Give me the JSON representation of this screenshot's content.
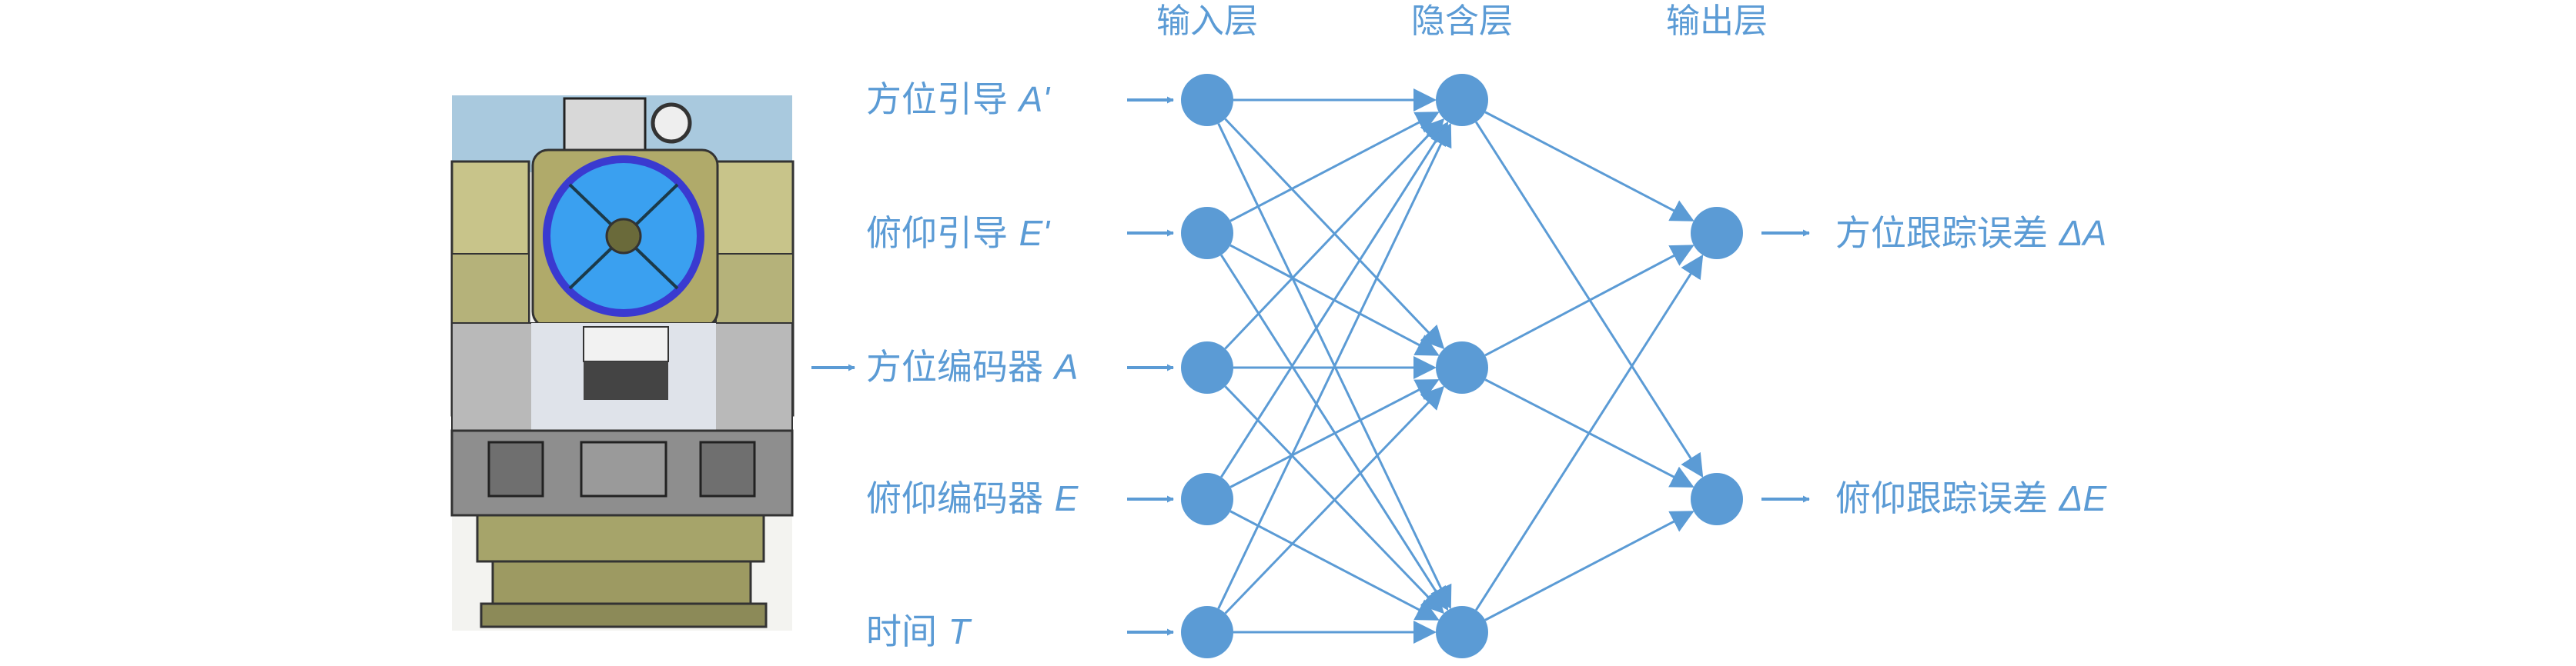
{
  "colors": {
    "accent": "#5b9bd5"
  },
  "layers": {
    "input": "输入层",
    "hidden": "隐含层",
    "output": "输出层"
  },
  "inputs": [
    {
      "text": "方位引导",
      "var": "A'"
    },
    {
      "text": "俯仰引导",
      "var": "E'"
    },
    {
      "text": "方位编码器",
      "var": "A"
    },
    {
      "text": "俯仰编码器",
      "var": "E"
    },
    {
      "text": "时间",
      "var": "T"
    }
  ],
  "hidden_count": 3,
  "outputs": [
    {
      "text": "方位跟踪误差",
      "var": "ΔA"
    },
    {
      "text": "俯仰跟踪误差",
      "var": "ΔE"
    }
  ]
}
